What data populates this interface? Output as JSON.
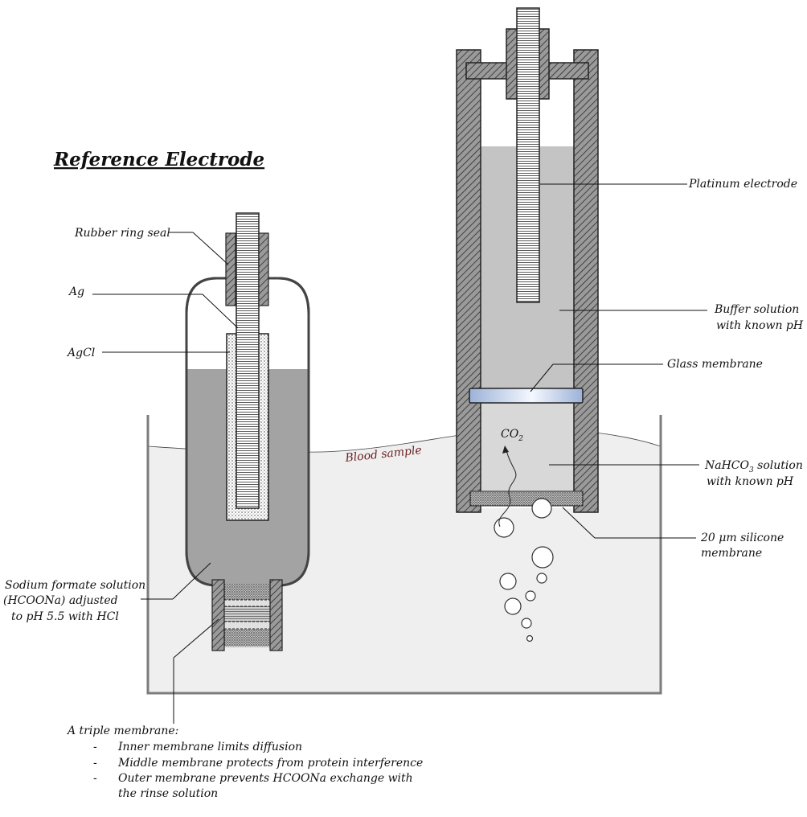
{
  "title": "Reference Electrode",
  "labels": {
    "rubber_ring_seal": "Rubber ring seal",
    "ag": "Ag",
    "agcl": "AgCl",
    "sodium_formate": [
      "Sodium formate solution",
      "(HCOONa)  adjusted",
      "to pH 5.5 with HCl"
    ],
    "blood_sample": "Blood sample",
    "platinum_electrode": "Platinum electrode",
    "buffer_solution": [
      "Buffer solution",
      "with known pH"
    ],
    "glass_membrane": "Glass membrane",
    "co2": "CO",
    "co2_sub": "2",
    "nahco3_prefix": "NaHCO",
    "nahco3_sub": "3",
    "nahco3_suffix": " solution",
    "nahco3_line2": "with known pH",
    "silicone_membrane": [
      "20 μm silicone",
      "membrane"
    ]
  },
  "triple_membrane": {
    "heading": "A triple membrane:",
    "bullet": "-",
    "items": [
      "Inner membrane limits diffusion",
      "Middle membrane protects from protein interference",
      "Outer membrane prevents HCOONa  exchange with",
      "the rinse solution"
    ]
  },
  "colors": {
    "blood": "#efefef",
    "reference_fill": "#a3a3a3",
    "buffer_fill": "#c4c4c4",
    "nahco3_fill": "#d8d8d8",
    "wall": "#8a8a8a",
    "glass_light": "#f4f8ff",
    "glass_dark": "#9cb2d8",
    "blood_text": "#6b1f1f"
  }
}
